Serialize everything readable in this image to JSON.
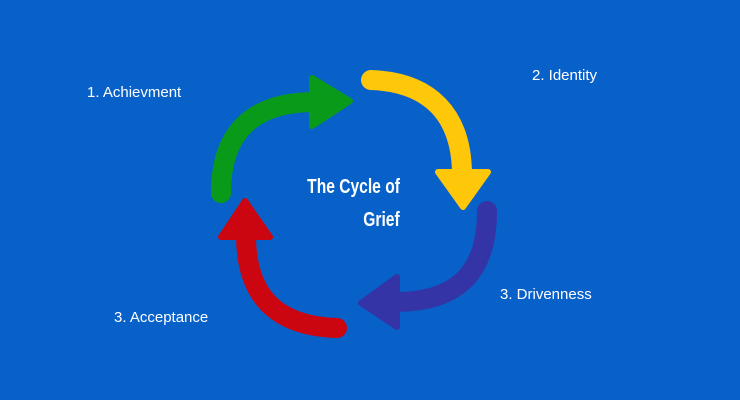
{
  "title": {
    "line1": "The Cycle of",
    "line2": "Grief"
  },
  "stages": [
    {
      "label": "1. Achievment",
      "color": "#0a9a1a",
      "icon": "curved-arrow-right-icon"
    },
    {
      "label": "2. Identity",
      "color": "#ffc709",
      "icon": "curved-arrow-down-icon"
    },
    {
      "label": "3. Drivenness",
      "color": "#3534a6",
      "icon": "curved-arrow-left-icon"
    },
    {
      "label": "3. Acceptance",
      "color": "#cc0611",
      "icon": "curved-arrow-up-icon"
    }
  ],
  "background_color": "#0861c9"
}
